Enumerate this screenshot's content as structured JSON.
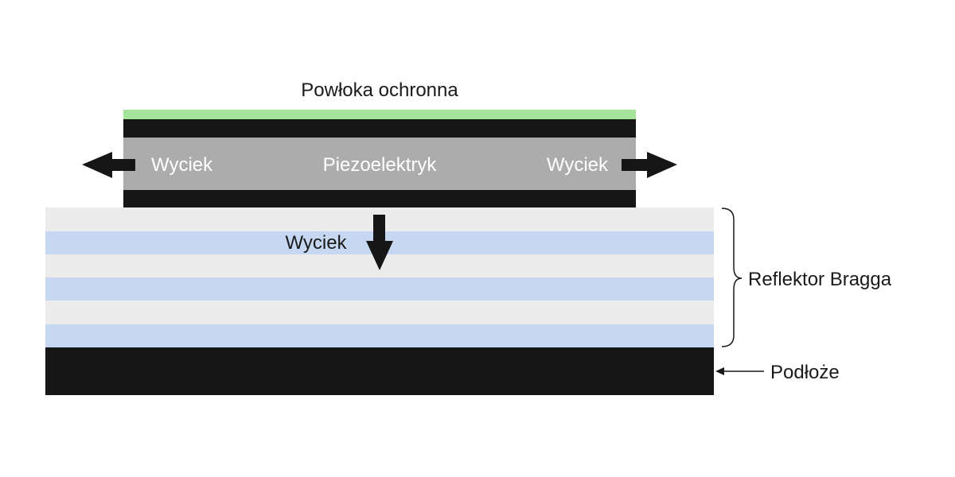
{
  "labels": {
    "protective_coating": "Powłoka ochronna",
    "piezoelectric": "Piezoelektryk",
    "leak_left": "Wyciek",
    "leak_right": "Wyciek",
    "leak_down": "Wyciek",
    "bragg_reflector": "Reflektor Bragga",
    "substrate": "Podłoże"
  },
  "colors": {
    "coating": "#a6e39a",
    "electrode": "#161616",
    "piezo": "#acacac",
    "piezo_text": "#ffffff",
    "reflector_light": "#ececec",
    "reflector_blue": "#c6d8f1",
    "substrate": "#161616",
    "arrow": "#161616",
    "text": "#1a1a1a"
  },
  "icons": {
    "leak_left_arrow": "arrow-left-icon",
    "leak_right_arrow": "arrow-right-icon",
    "leak_down_arrow": "arrow-down-icon",
    "reflector_brace": "curly-brace-icon",
    "substrate_pointer": "arrow-left-pointer-icon"
  }
}
